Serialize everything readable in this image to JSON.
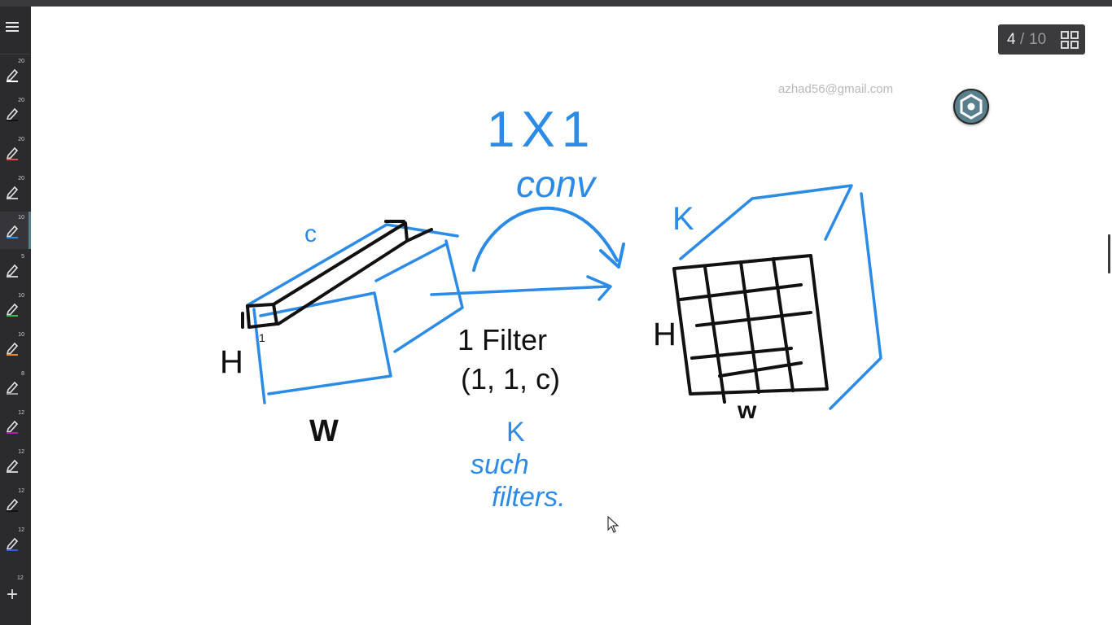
{
  "app": {
    "page_counter": {
      "current": "4",
      "separator": "/",
      "total": "10"
    },
    "account_email": "azhad56@gmail.com"
  },
  "toolbar": {
    "pens": [
      {
        "size": "20",
        "color": "#ffffff"
      },
      {
        "size": "20",
        "color": "#111111"
      },
      {
        "size": "20",
        "color": "#e0504d"
      },
      {
        "size": "20",
        "color": "#cccccc"
      },
      {
        "size": "10",
        "color": "#2d8ee8"
      },
      {
        "size": "5",
        "color": "#cccccc"
      },
      {
        "size": "10",
        "color": "#2fbf4a"
      },
      {
        "size": "10",
        "color": "#f08a1c"
      },
      {
        "size": "8",
        "color": "#9a9a9a"
      },
      {
        "size": "12",
        "color": "#b020b0"
      },
      {
        "size": "12",
        "color": "#cccccc"
      },
      {
        "size": "12",
        "color": "#111111"
      },
      {
        "size": "12",
        "color": "#2d5ee8"
      }
    ],
    "extra_size": "12",
    "active_index": 4
  },
  "whiteboard": {
    "handwriting": {
      "title_top": "1X1",
      "title_bottom": "conv",
      "left_c": "c",
      "left_h": "H",
      "left_w": "W",
      "left_one": "1",
      "filter_line1": "1 Filter",
      "filter_line2": "(1, 1, c)",
      "k_label": "K",
      "such": "such",
      "filters": "filters.",
      "right_k": "K",
      "right_h": "H",
      "right_w": "w"
    },
    "ink_colors": {
      "blue": "#2b8be6",
      "black": "#111111"
    }
  },
  "icons": {
    "menu": "menu-icon",
    "grid": "grid-view-icon",
    "settings": "settings-icon",
    "add": "add-icon",
    "pen": "pen-icon"
  }
}
